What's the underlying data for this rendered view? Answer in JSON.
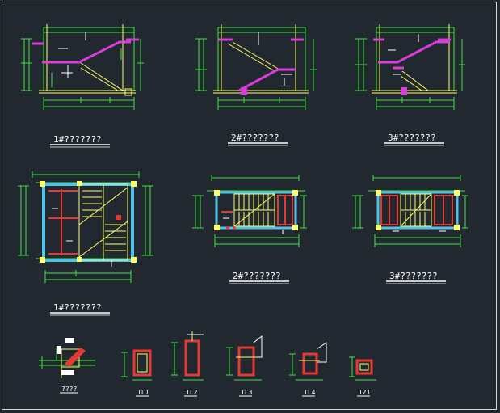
{
  "captions": {
    "section_1": "1#???????",
    "section_2": "2#???????",
    "section_3": "3#???????",
    "plan_1": "1#???????",
    "plan_2": "2#???????",
    "plan_3": "3#???????"
  },
  "details": {
    "d0": "????",
    "tl1": "TL1",
    "tl2": "TL2",
    "tl3": "TL3",
    "tl4": "TL4",
    "tz1": "TZ1"
  },
  "colors": {
    "background": "#212830",
    "dimension": "#39e639",
    "outline": "#ffff66",
    "stair": "#d93ed9",
    "column": "#4fc3e8",
    "beam": "#e53935",
    "text": "#ffffff"
  }
}
